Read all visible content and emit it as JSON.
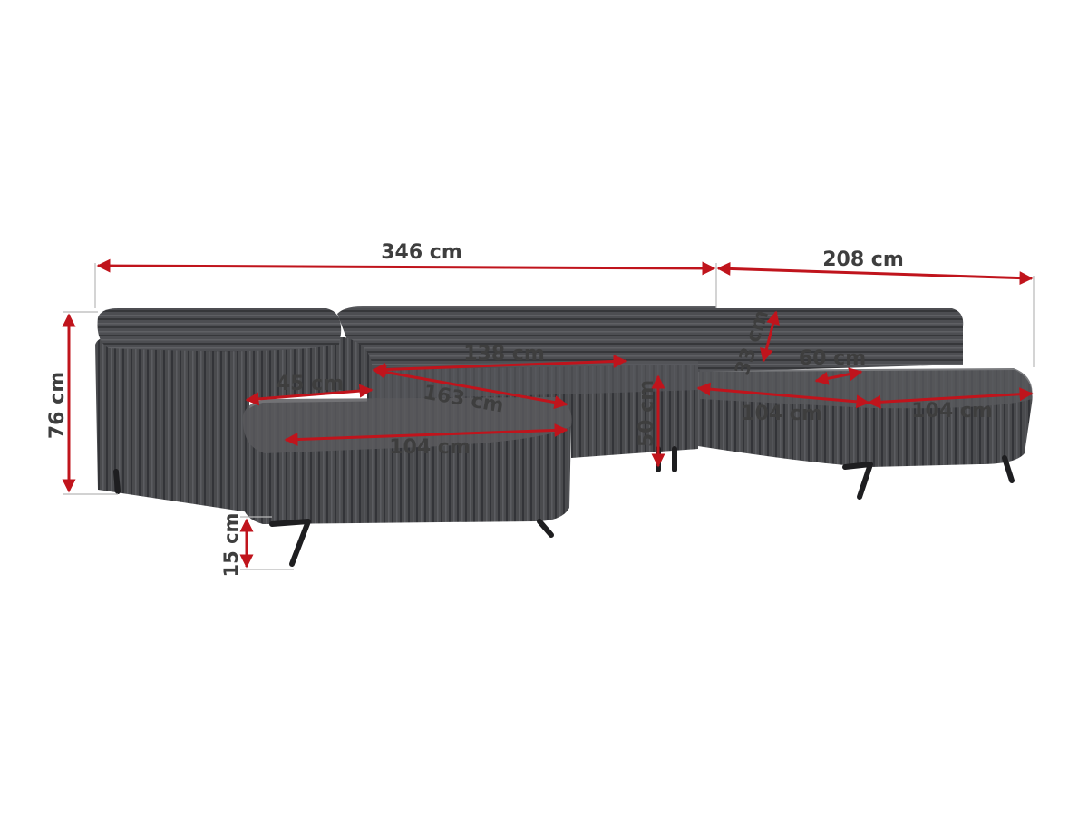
{
  "colors": {
    "background": "#ffffff",
    "fabric": "#4a4b4e",
    "fabric_dark": "#333438",
    "fabric_light": "#6a6b6f",
    "arrow": "#c0141c",
    "label": "#3e3e3e",
    "leg": "#1e1e20"
  },
  "dimensions": {
    "total_width": "346 cm",
    "side_depth": "208 cm",
    "height": "76 cm",
    "leg_height": "15 cm",
    "armrest_width": "45 cm",
    "center_seat_width": "138 cm",
    "diagonal": "163 cm",
    "seat_height": "50 cm",
    "headrest_height": "33 cm",
    "headrest_depth": "60 cm",
    "left_chaise_width": "104 cm",
    "right_chaise_depth": "104 cm",
    "right_chaise_width": "104 cm"
  }
}
